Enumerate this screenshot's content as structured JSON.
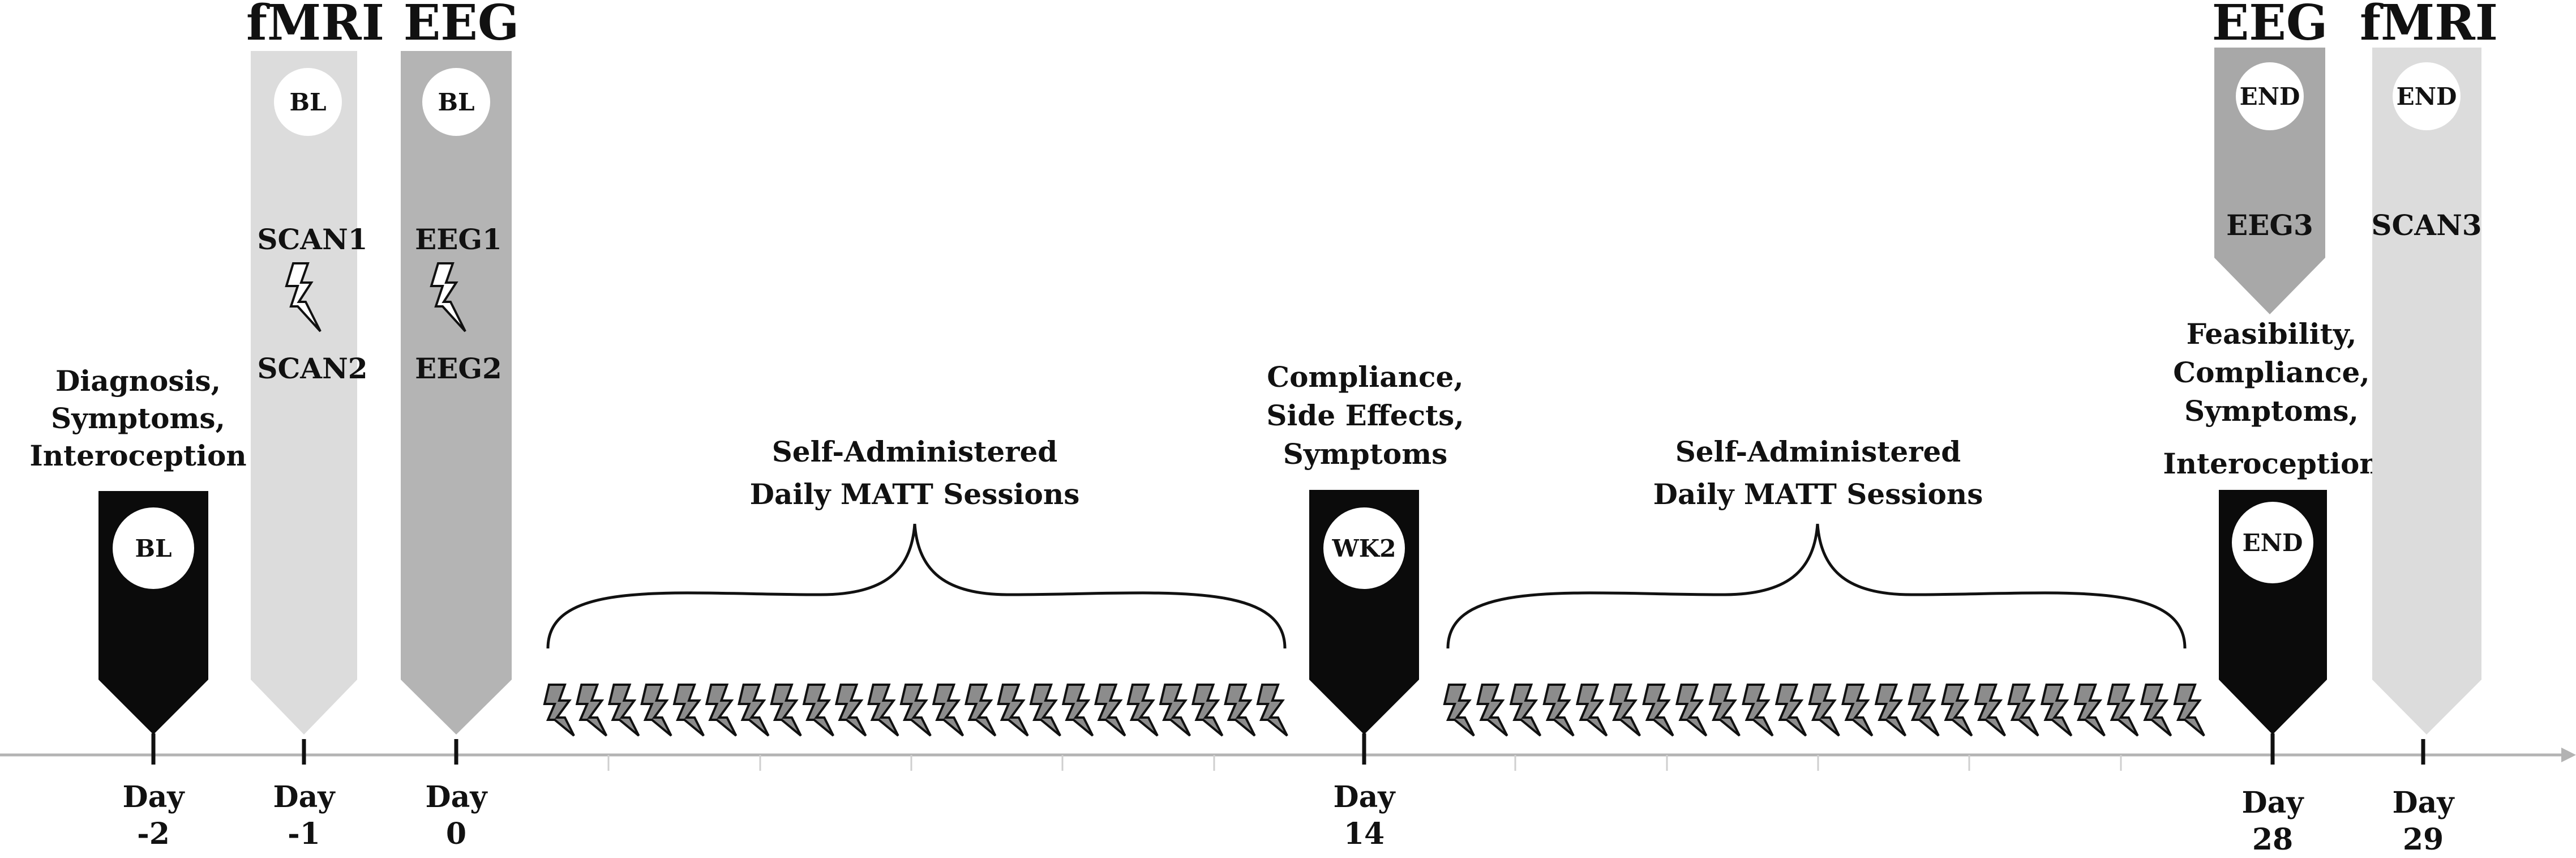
{
  "colors": {
    "black_marker": "#0b0b0b",
    "fmri_marker": "#dcdcdc",
    "eeg_marker": "#b4b4b4",
    "eeg_end_marker": "#a8a8a8",
    "axis": "#b3b3b3",
    "bolt": "#8c8c8c"
  },
  "headers": {
    "fmri_left": "fMRI",
    "eeg_left": "EEG",
    "eeg_right": "EEG",
    "fmri_right": "fMRI"
  },
  "markers": {
    "diag": {
      "circle": "BL",
      "label_lines": [
        "Diagnosis,",
        "Symptoms,",
        "Interoception"
      ]
    },
    "fmri_bl": {
      "circle": "BL",
      "text1": "SCAN1",
      "text2": "SCAN2"
    },
    "eeg_bl": {
      "circle": "BL",
      "text1": "EEG1",
      "text2": "EEG2"
    },
    "wk2": {
      "circle": "WK2",
      "label_lines": [
        "Compliance,",
        "Side Effects,",
        "Symptoms"
      ]
    },
    "end_black": {
      "circle": "END",
      "label_lines": [
        "Feasibility,",
        "Compliance,",
        "Symptoms,",
        "Interoception"
      ]
    },
    "eeg_end": {
      "circle": "END",
      "text1": "EEG3"
    },
    "fmri_end": {
      "circle": "END",
      "text1": "SCAN3"
    }
  },
  "sessions": {
    "first": [
      "Self-Administered",
      "Daily MATT Sessions"
    ],
    "second": [
      "Self-Administered",
      "Daily MATT Sessions"
    ]
  },
  "days": [
    {
      "top": "Day",
      "bottom": "-2"
    },
    {
      "top": "Day",
      "bottom": "-1"
    },
    {
      "top": "Day",
      "bottom": "0"
    },
    {
      "top": "Day",
      "bottom": "14"
    },
    {
      "top": "Day",
      "bottom": "28"
    },
    {
      "top": "Day",
      "bottom": "29"
    }
  ]
}
